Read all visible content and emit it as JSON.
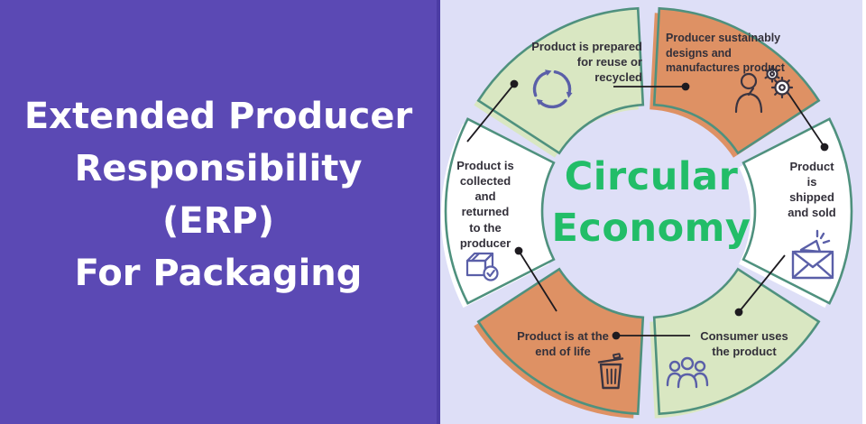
{
  "left_panel": {
    "title_lines": [
      "Extended Producer",
      "Responsibility",
      "(ERP)",
      "For Packaging"
    ]
  },
  "diagram": {
    "center_title_line1": "Circular",
    "center_title_line2": "Economy",
    "segments": [
      {
        "label": "Product is prepared for reuse or recycled",
        "icon": "recycle-icon",
        "color": "green",
        "position": "top-left"
      },
      {
        "label": "Producer sustainably designs and manufactures product",
        "icon": "designer-gears-icon",
        "color": "orange",
        "position": "top-right"
      },
      {
        "label": "Product is shipped and sold",
        "icon": "megaphone-envelope-icon",
        "color": "white",
        "position": "right"
      },
      {
        "label": "Consumer uses the product",
        "icon": "consumers-icon",
        "color": "green",
        "position": "bottom-right"
      },
      {
        "label": "Product is at the end of life",
        "icon": "trash-icon",
        "color": "orange",
        "position": "bottom-left"
      },
      {
        "label": "Product is collected and returned to the producer",
        "icon": "package-check-icon",
        "color": "white",
        "position": "left"
      }
    ],
    "colors": {
      "purple_bg": "#5B49B4",
      "purple_edge": "#4C3CA4",
      "lavender_bg": "#DEDFF7",
      "green_fill": "#D9E7C2",
      "orange_fill": "#DE9164",
      "white_fill": "#FFFFFF",
      "ring_stroke": "#4F917E",
      "center_text": "#22BD68",
      "icon_purple": "#5A5FA8",
      "icon_dark": "#3A3440",
      "label_text": "#33303A",
      "connector": "#1E1B20"
    }
  }
}
